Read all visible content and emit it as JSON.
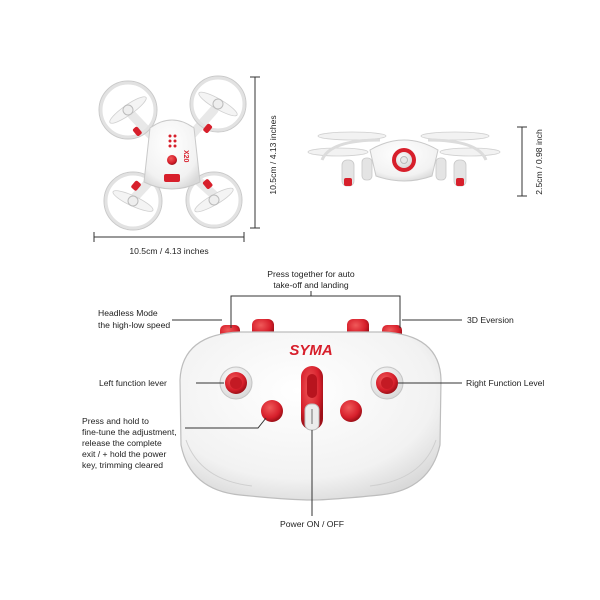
{
  "dimensions": {
    "top_view_width": "10.5cm / 4.13 inches",
    "top_view_height": "10.5cm / 4.13 inches",
    "side_view_height": "2.5cm / 0.98 inch"
  },
  "drone": {
    "model": "X20"
  },
  "controller": {
    "brand": "SYMA",
    "callouts": {
      "takeoff_line1": "Press together for auto",
      "takeoff_line2": "take-off and landing",
      "headless_line1": "Headless Mode",
      "headless_line2": "the high-low speed",
      "eversion": "3D Eversion",
      "left_lever": "Left function lever",
      "right_lever": "Right Function Level",
      "trim_line1": "Press and hold to",
      "trim_line2": "fine-tune the adjustment,",
      "trim_line3": "release the complete",
      "trim_line4": "exit / + hold the power",
      "trim_line5": "key, trimming cleared",
      "power": "Power ON / OFF"
    }
  },
  "colors": {
    "accent": "#d71f2b",
    "body": "#f7f7f7",
    "line": "#333333"
  }
}
